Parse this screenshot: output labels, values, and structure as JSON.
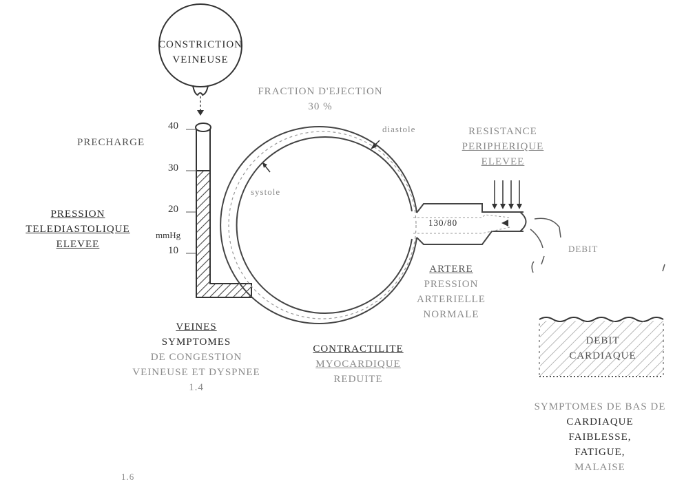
{
  "constriction": {
    "line1": "CONSTRICTION",
    "line2": "VEINEUSE"
  },
  "fraction": {
    "line1": "FRACTION D'EJECTION",
    "line2": "30 %"
  },
  "precharge": "PRECHARGE",
  "scale": {
    "t40": "40",
    "t30": "30",
    "t20": "20",
    "t10": "10",
    "unit": "mmHg"
  },
  "pression": {
    "line1": "PRESSION",
    "line2": "TELEDIASTOLIQUE",
    "line3": "ELEVEE"
  },
  "diastole": "diastole",
  "systole": "systole",
  "resistance": {
    "line1": "RESISTANCE",
    "line2": "PERIPHERIQUE",
    "line3": "ELEVEE"
  },
  "pressure_label": "130/80",
  "artere": {
    "line1": "ARTERE",
    "line2": "PRESSION",
    "line3": "ARTERIELLE",
    "line4": "NORMALE"
  },
  "debit_caption": "DEBIT",
  "debit_box": {
    "line1": "DEBIT",
    "line2": "CARDIAQUE"
  },
  "veines": {
    "line1": "VEINES",
    "line2": "SYMPTOMES",
    "line3": "DE CONGESTION",
    "line4": "VEINEUSE ET DYSPNEE",
    "line5": "1.4"
  },
  "contractilite": {
    "line1": "CONTRACTILITE",
    "line2": "MYOCARDIQUE",
    "line3": "REDUITE"
  },
  "symptomes": {
    "line1": "SYMPTOMES DE BAS DE",
    "line2": "CARDIAQUE",
    "line3": "FAIBLESSE,",
    "line4": "FATIGUE,",
    "line5": "MALAISE"
  },
  "page_number": "1.6"
}
